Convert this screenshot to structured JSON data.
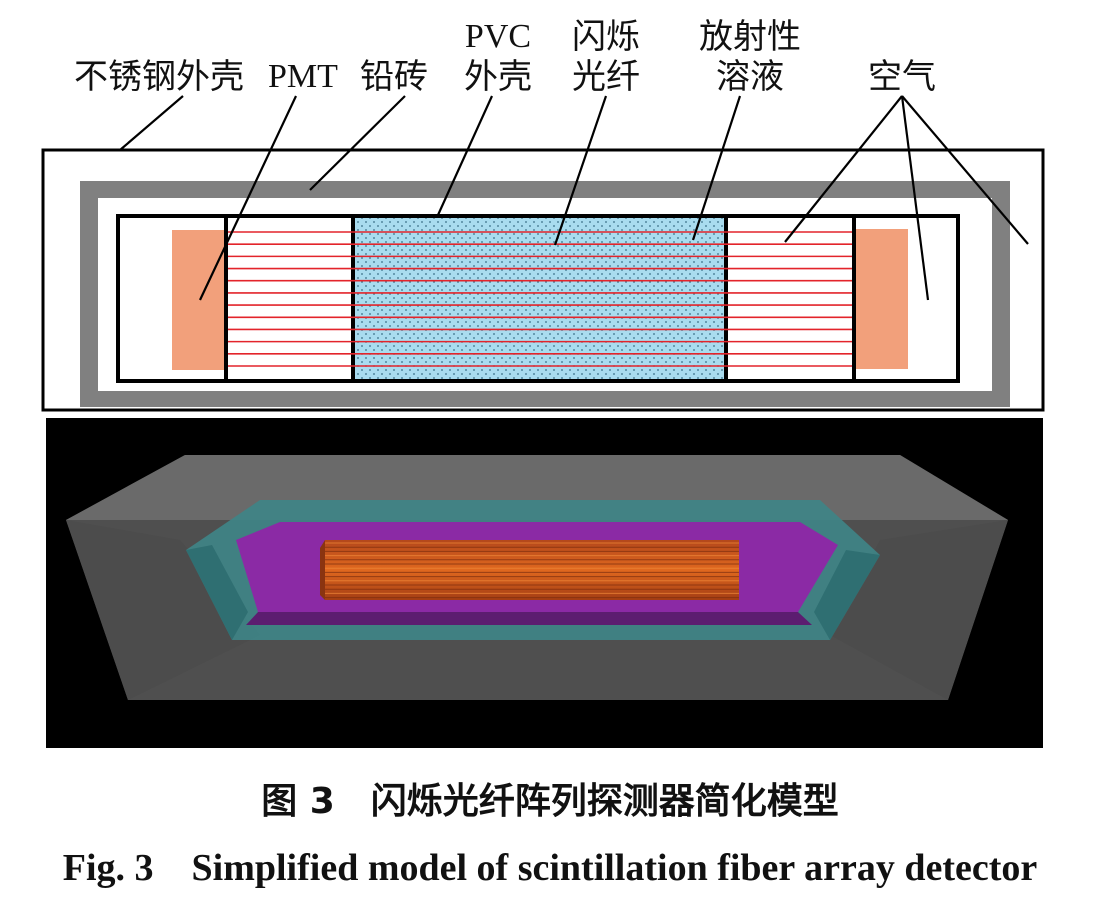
{
  "labels": {
    "stainless_shell": "不锈钢外壳",
    "pmt": "PMT",
    "lead_brick": "铅砖",
    "pvc_shell_line1": "PVC",
    "pvc_shell_line2": "外壳",
    "fiber_line1": "闪烁",
    "fiber_line2": "光纤",
    "solution_line1": "放射性",
    "solution_line2": "溶液",
    "air": "空气"
  },
  "caption": {
    "cn": "图 3　闪烁光纤阵列探测器简化模型",
    "en": "Fig. 3　Simplified model of scintillation fiber array detector"
  },
  "colors": {
    "outer_border": "#000000",
    "lead": "#7f7f7f",
    "pmt": "#f2a07b",
    "fiber_line": "#e3242b",
    "solution": "#a9dcef",
    "render_bg": "#000000",
    "render_teal": "#3d8f90",
    "render_purple": "#8a2aa3",
    "render_fiber": "#d45a1a"
  },
  "fiber_count": 12
}
